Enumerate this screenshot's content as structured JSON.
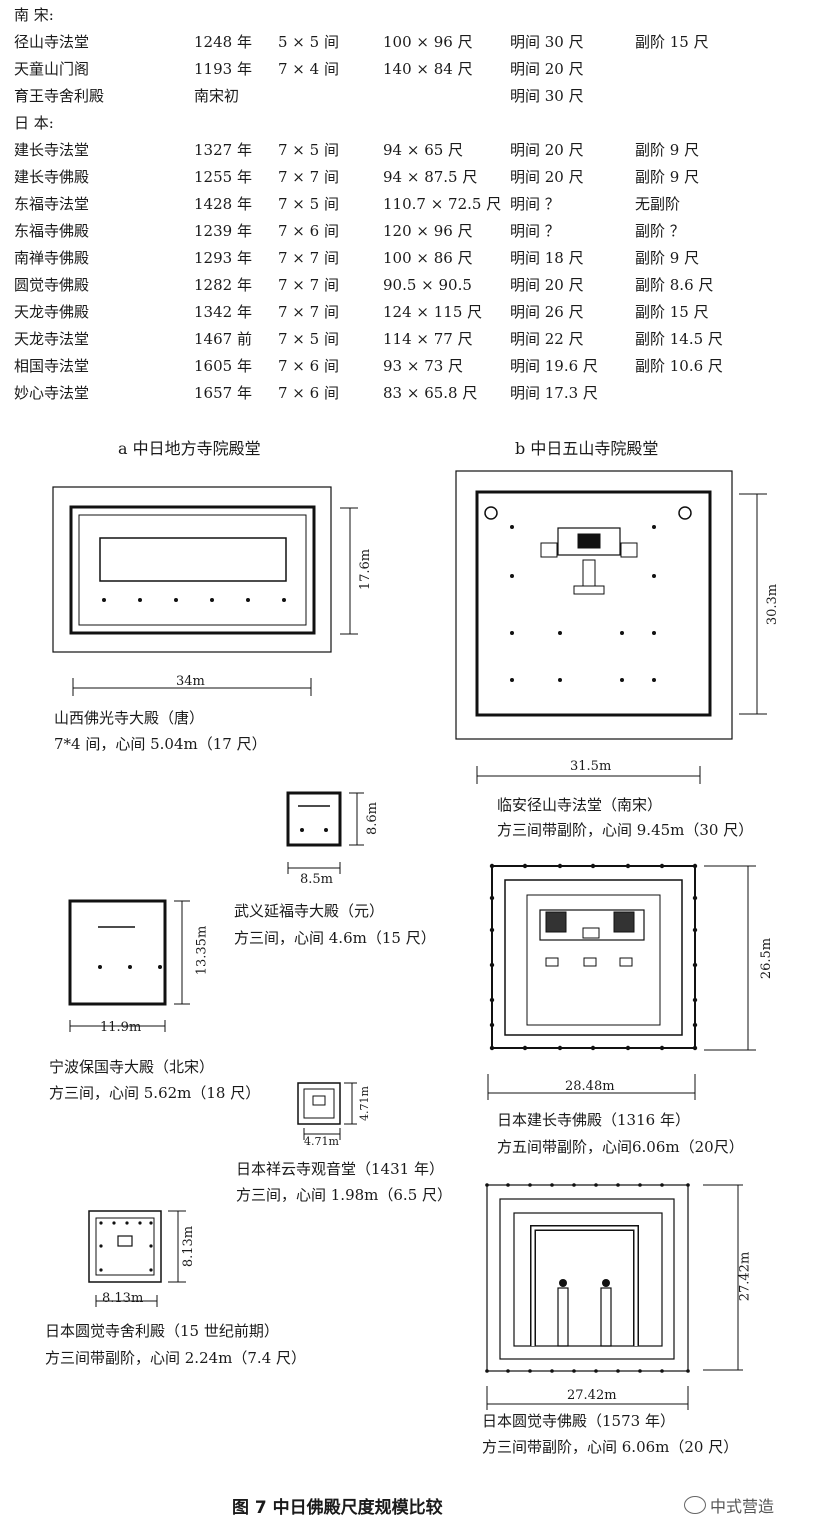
{
  "table": {
    "section_song": "南  宋:",
    "section_japan": "日  本:",
    "rows": [
      {
        "name": "径山寺法堂",
        "year": "1248 年",
        "bays": "5 × 5 间",
        "size": "100 × 96 尺",
        "central": "明间 30 尺",
        "fujie": "副阶 15 尺"
      },
      {
        "name": "天童山门阁",
        "year": "1193 年",
        "bays": "7 × 4 间",
        "size": "140 × 84 尺",
        "central": "明间 20 尺",
        "fujie": ""
      },
      {
        "name": "育王寺舍利殿",
        "year": "南宋初",
        "bays": "",
        "size": "",
        "central": "明间 30 尺",
        "fujie": ""
      },
      {
        "name": "建长寺法堂",
        "year": "1327 年",
        "bays": "7 × 5 间",
        "size": "94 × 65 尺",
        "central": "明间 20 尺",
        "fujie": "副阶 9 尺"
      },
      {
        "name": "建长寺佛殿",
        "year": "1255 年",
        "bays": "7 × 7 间",
        "size": "94 × 87.5 尺",
        "central": "明间 20 尺",
        "fujie": "副阶 9 尺"
      },
      {
        "name": "东福寺法堂",
        "year": "1428 年",
        "bays": "7 × 5 间",
        "size": "110.7 × 72.5 尺",
        "central": "明间 ？",
        "fujie": "无副阶"
      },
      {
        "name": "东福寺佛殿",
        "year": "1239 年",
        "bays": "7 × 6 间",
        "size": "120 × 96 尺",
        "central": "明间 ？",
        "fujie": "副阶 ？"
      },
      {
        "name": "南禅寺佛殿",
        "year": "1293 年",
        "bays": "7 × 7 间",
        "size": "100 × 86 尺",
        "central": "明间 18 尺",
        "fujie": "副阶 9 尺"
      },
      {
        "name": "圆觉寺佛殿",
        "year": "1282 年",
        "bays": "7 × 7 间",
        "size": "90.5 × 90.5",
        "central": "明间 20 尺",
        "fujie": "副阶 8.6 尺"
      },
      {
        "name": "天龙寺佛殿",
        "year": "1342 年",
        "bays": "7 × 7 间",
        "size": "124 × 115 尺",
        "central": "明间 26 尺",
        "fujie": "副阶 15 尺"
      },
      {
        "name": "天龙寺法堂",
        "year": "1467 前",
        "bays": "7 × 5 间",
        "size": "114 × 77 尺",
        "central": "明间 22 尺",
        "fujie": "副阶 14.5 尺"
      },
      {
        "name": "相国寺法堂",
        "year": "1605 年",
        "bays": "7 × 6 间",
        "size": "93 × 73 尺",
        "central": "明间 19.6 尺",
        "fujie": "副阶 10.6 尺"
      },
      {
        "name": "妙心寺法堂",
        "year": "1657 年",
        "bays": "7 × 6 间",
        "size": "83 × 65.8 尺",
        "central": "明间 17.3 尺",
        "fujie": ""
      }
    ]
  },
  "figure": {
    "heading_a": "a  中日地方寺院殿堂",
    "heading_b": "b  中日五山寺院殿堂",
    "caption": "图 7    中日佛殿尺度规模比较"
  },
  "plans": {
    "foguang": {
      "width": "34m",
      "depth": "17.6m",
      "line1": "山西佛光寺大殿（唐）",
      "line2": "7*4 间，心间 5.04m（17 尺）"
    },
    "jingshan": {
      "width": "31.5m",
      "depth": "30.3m",
      "line1": "临安径山寺法堂（南宋）",
      "line2": "方三间带副阶，心间 9.45m（30 尺）"
    },
    "yanfu": {
      "width": "8.5m",
      "depth": "8.6m",
      "line1": "武义延福寺大殿（元）",
      "line2": "方三间，心间 4.6m（15 尺）"
    },
    "baoguo": {
      "width": "11.9m",
      "depth": "13.35m",
      "line1": "宁波保国寺大殿（北宋）",
      "line2": "方三间，心间 5.62m（18 尺）"
    },
    "kenchoji": {
      "width": "28.48m",
      "depth": "26.5m",
      "line1": "日本建长寺佛殿（1316 年）",
      "line2": "方五间带副阶，心间6.06m（20尺）"
    },
    "shoun": {
      "width": "4.71m",
      "depth": "4.71m",
      "line1": "日本祥云寺观音堂（1431 年）",
      "line2": "方三间，心间 1.98m（6.5 尺）"
    },
    "engaku_shari": {
      "width": "8.13m",
      "depth": "8.13m",
      "line1": "日本圆觉寺舍利殿（15 世纪前期）",
      "line2": "方三间带副阶，心间 2.24m（7.4 尺）"
    },
    "engaku": {
      "width": "27.42m",
      "depth": "27.42m",
      "line1": "日本圆觉寺佛殿（1573 年）",
      "line2": "方三间带副阶，心间 6.06m（20 尺）"
    }
  },
  "watermark": "中式营造"
}
